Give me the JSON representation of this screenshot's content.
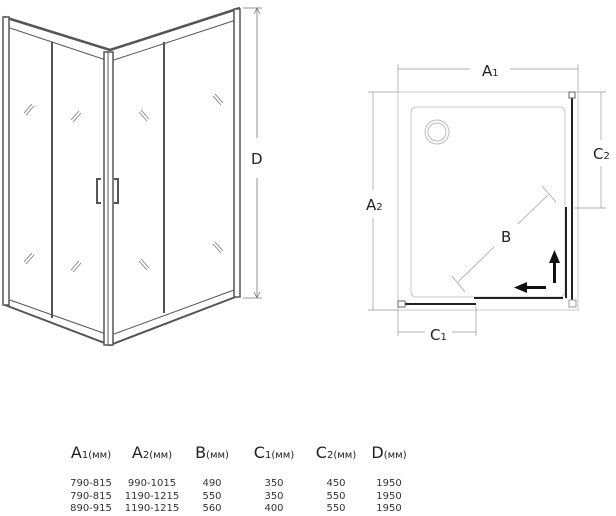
{
  "diagram": {
    "perspective_labels": {
      "D": "D"
    },
    "plan_labels": {
      "A1": {
        "letter": "A",
        "sub": "1"
      },
      "A2": {
        "letter": "A",
        "sub": "2"
      },
      "B": {
        "letter": "B"
      },
      "C1": {
        "letter": "C",
        "sub": "1"
      },
      "C2": {
        "letter": "C",
        "sub": "2"
      }
    }
  },
  "table": {
    "headers": [
      {
        "letter": "A",
        "sub": "1",
        "unit": "(мм)"
      },
      {
        "letter": "A",
        "sub": "2",
        "unit": "(мм)"
      },
      {
        "letter": "B",
        "sub": "",
        "unit": "(мм)"
      },
      {
        "letter": "C",
        "sub": "1",
        "unit": "(мм)"
      },
      {
        "letter": "C",
        "sub": "2",
        "unit": "(мм)"
      },
      {
        "letter": "D",
        "sub": "",
        "unit": "(мм)"
      }
    ],
    "rows": [
      [
        "790-815",
        "990-1015",
        "490",
        "350",
        "450",
        "1950"
      ],
      [
        "790-815",
        "1190-1215",
        "550",
        "350",
        "550",
        "1950"
      ],
      [
        "890-915",
        "1190-1215",
        "560",
        "400",
        "550",
        "1950"
      ]
    ]
  }
}
